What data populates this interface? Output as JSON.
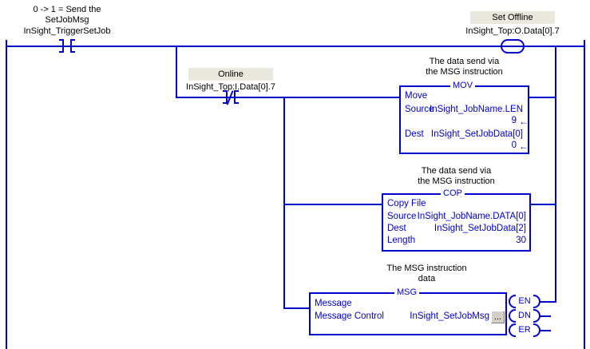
{
  "rung1": {
    "comment": "0 -> 1 = Send the\nSetJobMsg",
    "contact_tag": "InSight_TriggerSetJob",
    "contact_type": "normally-open"
  },
  "output_coil": {
    "label": "Set Offline",
    "tag": "InSight_Top:O.Data[0].7"
  },
  "online_contact": {
    "label": "Online",
    "tag": "InSight_Top:I.Data[0].7",
    "contact_type": "normally-closed"
  },
  "mov_block": {
    "comment": "The data send via\nthe MSG instruction",
    "title": "MOV",
    "operation": "Move",
    "rows": [
      {
        "label": "Source",
        "operand": "InSight_JobName.LEN",
        "value": "9"
      },
      {
        "label": "Dest",
        "operand": "InSight_SetJobData[0]",
        "value": "0"
      }
    ]
  },
  "cop_block": {
    "comment": "The data send via\nthe MSG instruction",
    "title": "COP",
    "operation": "Copy File",
    "rows": [
      {
        "label": "Source",
        "operand": "InSight_JobName.DATA[0]"
      },
      {
        "label": "Dest",
        "operand": "InSight_SetJobData[2]"
      },
      {
        "label": "Length",
        "operand": "30"
      }
    ]
  },
  "msg_block": {
    "comment": "The MSG instruction\ndata",
    "title": "MSG",
    "operation": "Message",
    "control_label": "Message Control",
    "control_tag": "InSight_SetJobMsg",
    "browse_button": "...",
    "status_coils": [
      "EN",
      "DN",
      "ER"
    ]
  },
  "colors": {
    "wire": "#0000cc",
    "instruction_text": "#0000cc",
    "comment_text": "#000000",
    "label_background": "#eae7dc",
    "button_face": "#d4d0c8"
  }
}
